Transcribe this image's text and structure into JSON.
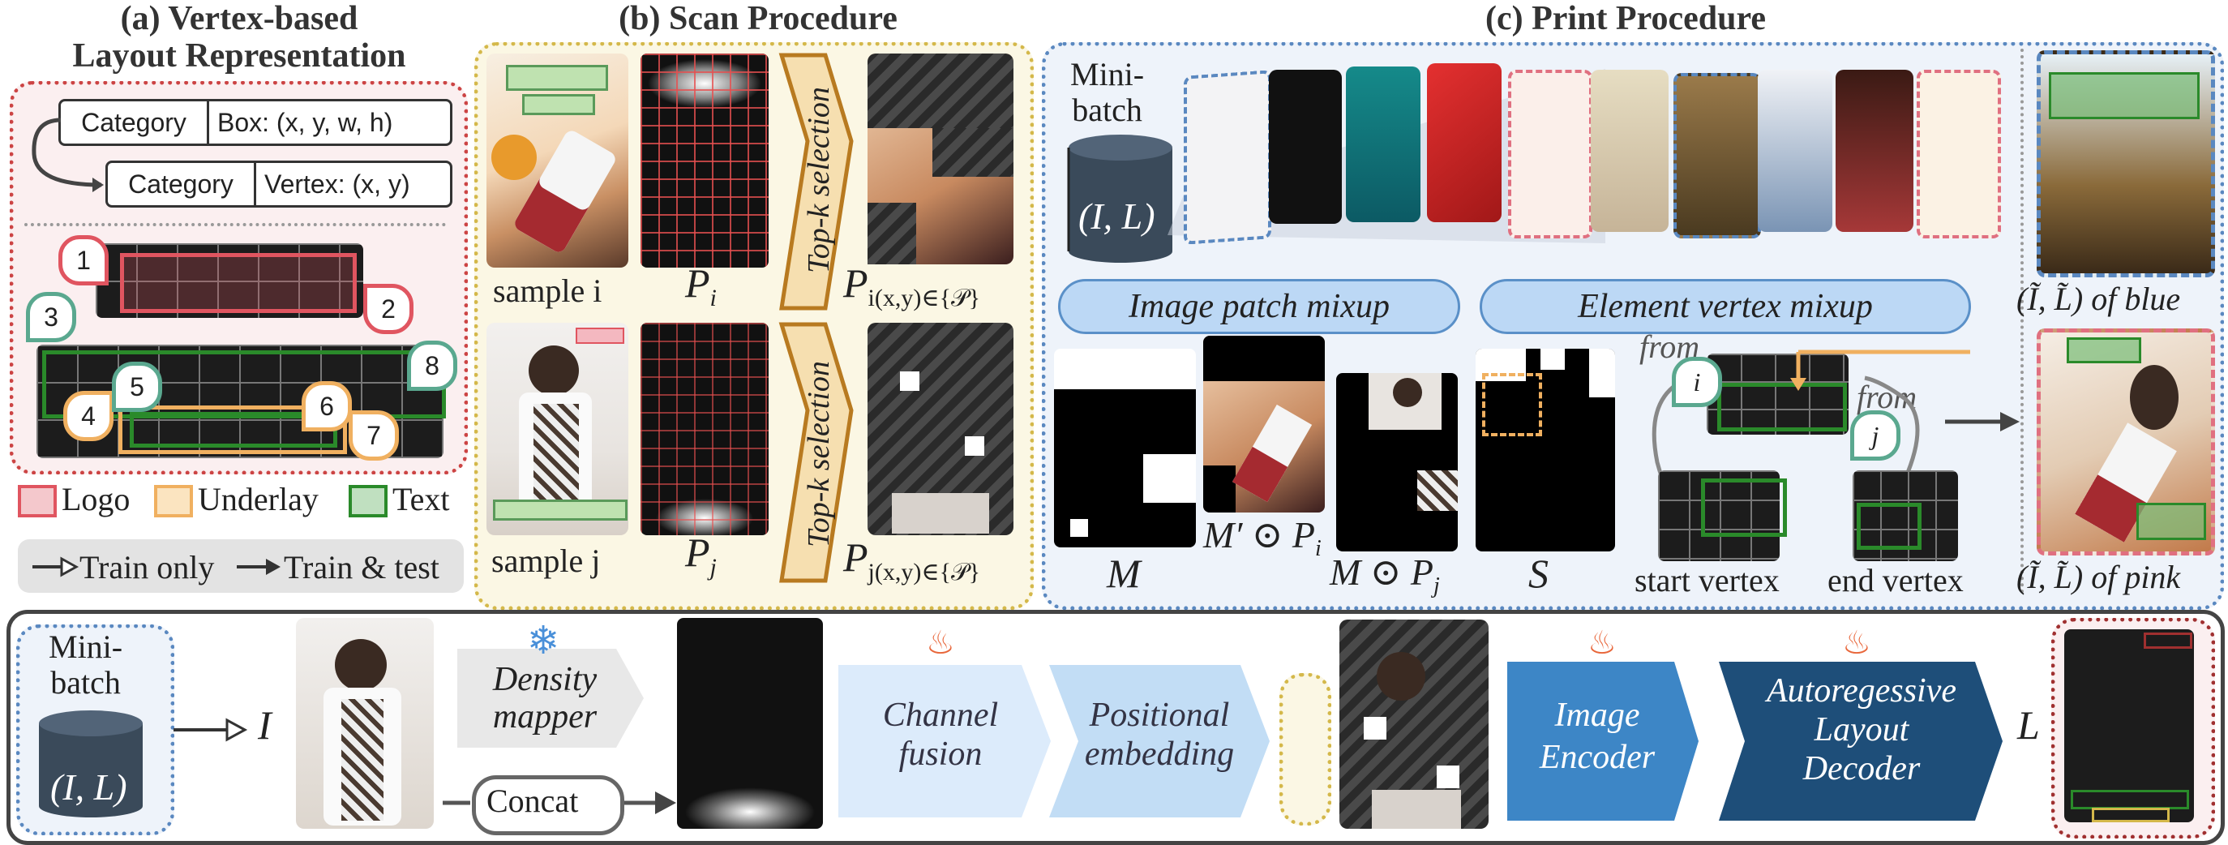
{
  "panel_a": {
    "title_line1": "(a) Vertex-based",
    "title_line2": "Layout Representation",
    "row1_category": "Category",
    "row1_value": "Box: (x, y, w, h)",
    "row2_category": "Category",
    "row2_value": "Vertex: (x, y)",
    "markers": [
      "1",
      "2",
      "3",
      "4",
      "5",
      "6",
      "7",
      "8"
    ],
    "legend": {
      "logo": "Logo",
      "underlay": "Underlay",
      "text": "Text"
    },
    "arrows": {
      "train_only": "Train only",
      "train_test": "Train & test"
    }
  },
  "panel_b": {
    "title": "(b) Scan Procedure",
    "sample_i": "sample i",
    "sample_j": "sample j",
    "P_i": "P",
    "P_i_sub": "i",
    "P_j": "P",
    "P_j_sub": "j",
    "topk": "Top-k  selection",
    "P_sel_i": "P",
    "P_sel_i_sub": "i(x,y)∈{𝒫}",
    "P_sel_j": "P",
    "P_sel_j_sub": "j(x,y)∈{𝒫}"
  },
  "panel_c": {
    "title": "(c) Print Procedure",
    "minibatch": "Mini-\nbatch",
    "db_label": "(I, L)",
    "image_mixup": "Image patch mixup",
    "element_mixup": "Element vertex mixup",
    "M": "M",
    "Mprime_Pi": "M′ ⊙ P",
    "Mprime_Pi_sub": "i",
    "M_Pj": "M ⊙ P",
    "M_Pj_sub": "j",
    "S": "S",
    "from1": "from",
    "from2": "from",
    "node_i": "i",
    "node_j": "j",
    "start_vertex": "start vertex",
    "end_vertex": "end vertex",
    "of_blue": "(Ĩ, L̃) of blue",
    "of_pink": "(Ĩ, L̃) of pink"
  },
  "pipeline": {
    "minibatch": "Mini-\nbatch",
    "db_label": "(I, L)",
    "I": "I",
    "density_mapper": "Density\nmapper",
    "concat": "Concat",
    "channel_fusion": "Channel\nfusion",
    "positional_embedding": "Positional\nembedding",
    "image_encoder": "Image\nEncoder",
    "decoder": "Autoregessive\nLayout\nDecoder",
    "L": "L"
  },
  "colors": {
    "red": "#e05560",
    "orange": "#f0b060",
    "green": "#2a8a2a",
    "teal": "#5aa88f",
    "blue_dot": "#5a88c0",
    "yellow_dot": "#d4b84a",
    "pink_dot": "#e07080",
    "brown_dot": "#a03030",
    "gray_dot": "#999999",
    "topk_fill": "#f6dfb0",
    "topk_stroke": "#b87a20",
    "pill_fill": "#bcd8f5",
    "enc_blue": "#3d86c6",
    "dec_navy": "#1e4e79",
    "flame": "#e8663a",
    "snow": "#4a90d9"
  },
  "icons": [
    "flame-icon",
    "snowflake-icon",
    "database-icon"
  ]
}
